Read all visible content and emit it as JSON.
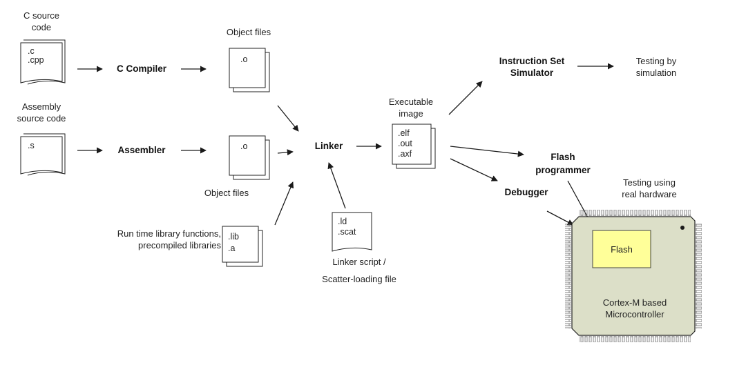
{
  "inputs": {
    "c_source": {
      "label_line1": "C source",
      "label_line2": "code",
      "ext1": ".c",
      "ext2": ".cpp"
    },
    "asm_source": {
      "label_line1": "Assembly",
      "label_line2": "source code",
      "ext1": ".s"
    },
    "runtime_libs": {
      "label_line1": "Run time library functions,",
      "label_line2": "precompiled libraries",
      "ext1": ".lib",
      "ext2": ".a"
    },
    "linker_script": {
      "ext1": ".ld",
      "ext2": ".scat",
      "label_line1": "Linker script /",
      "label_line2": "Scatter-loading file"
    }
  },
  "tools": {
    "c_compiler": "C Compiler",
    "assembler": "Assembler",
    "linker": "Linker",
    "iss_line1": "Instruction Set",
    "iss_line2": "Simulator",
    "flash_prog_line1": "Flash",
    "flash_prog_line2": "programmer",
    "debugger": "Debugger"
  },
  "object_files": {
    "top_label": "Object files",
    "top_ext": ".o",
    "bottom_label": "Object files",
    "bottom_ext": ".o"
  },
  "executable": {
    "label_line1": "Executable",
    "label_line2": "image",
    "ext1": ".elf",
    "ext2": ".out",
    "ext3": ".axf"
  },
  "outcomes": {
    "simulation_line1": "Testing by",
    "simulation_line2": "simulation",
    "hardware_line1": "Testing using",
    "hardware_line2": "real hardware"
  },
  "chip": {
    "flash_label": "Flash",
    "line1": "Cortex-M based",
    "line2": "Microcontroller"
  },
  "colors": {
    "chip_body": "#dcdfc8",
    "flash_block": "#ffff99",
    "stroke": "#222222"
  }
}
